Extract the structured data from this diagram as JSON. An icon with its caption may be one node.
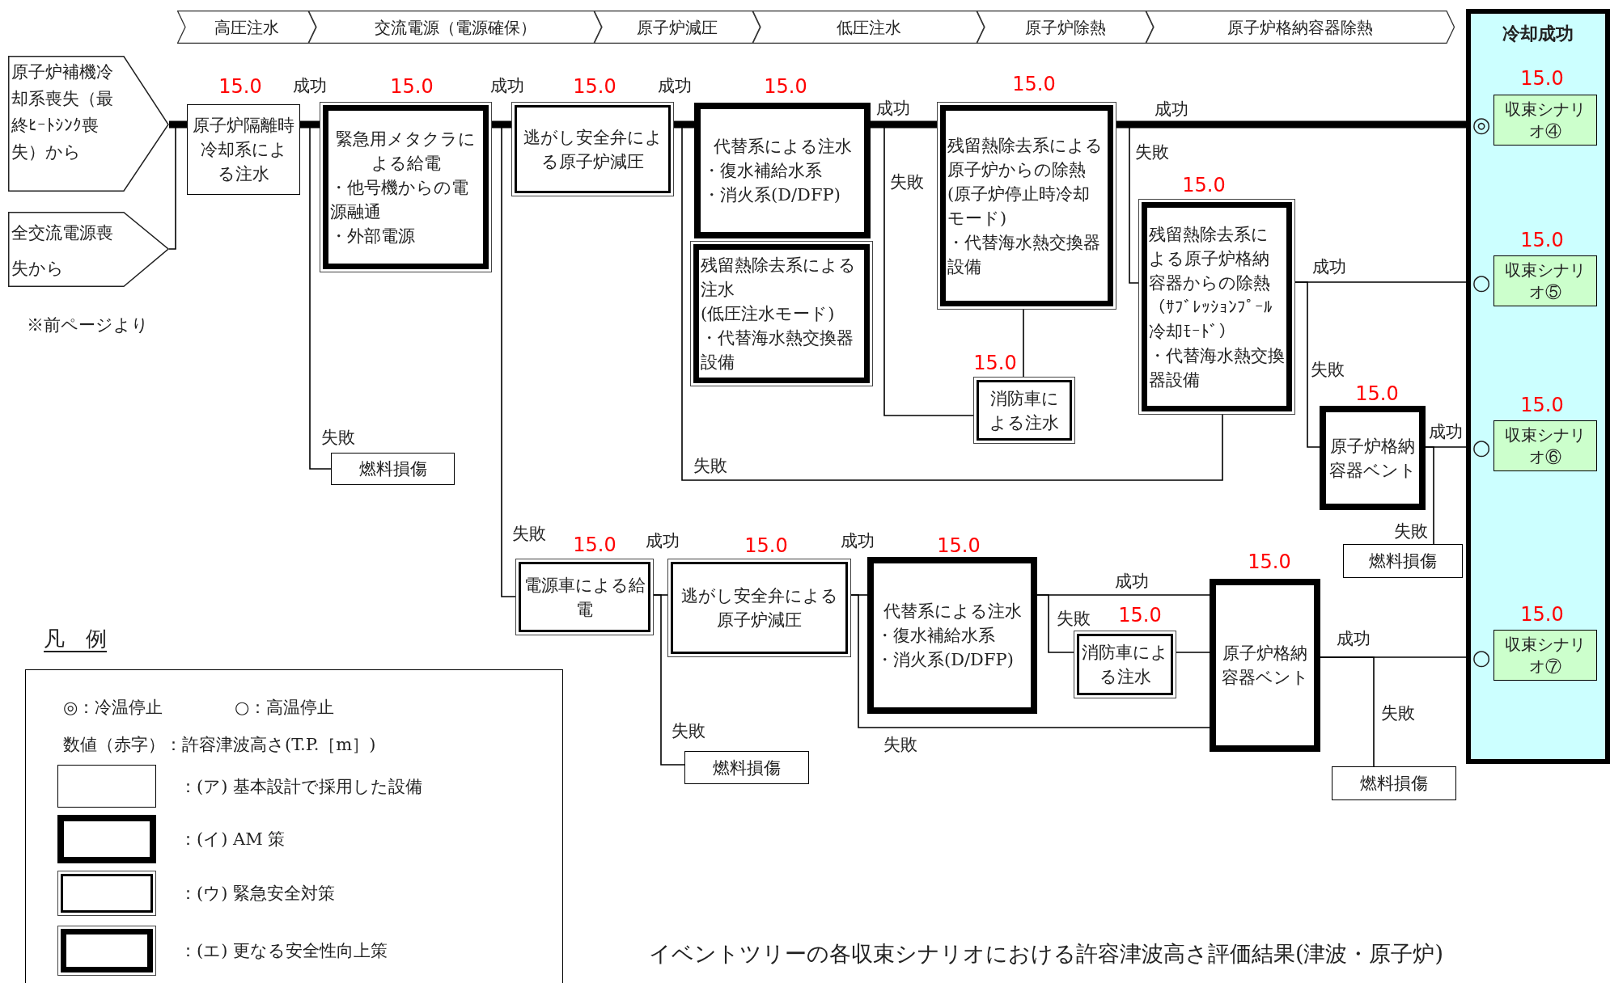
{
  "diagram": {
    "caption": "イベントツリーの各収束シナリオにおける許容津波高さ評価結果(津波・原子炉)",
    "nodes": [
      {
        "text": [
          "高圧注水"
        ]
      },
      {
        "text": [
          "交流電源（電源確保）"
        ]
      },
      {
        "text": [
          "原子炉減圧"
        ]
      },
      {
        "text": [
          "低圧注水"
        ]
      },
      {
        "text": [
          "原子炉除熱"
        ]
      },
      {
        "text": [
          "原子炉格納容器除熱"
        ]
      },
      {
        "text": [
          "冷却成功"
        ]
      },
      {
        "text": [
          "原子炉補機冷却系喪失（最終ﾋｰﾄｼﾝｸ喪失）から"
        ]
      },
      {
        "text": [
          "全交流電源喪失から"
        ]
      },
      {
        "text": [
          "原子炉隔離時冷却系による注水"
        ],
        "beside": [
          "15.0"
        ]
      },
      {
        "text": [
          "緊急用メタクラによる給電",
          "・他号機からの電源融通",
          "・外部電源"
        ],
        "beside": [
          "15.0"
        ]
      },
      {
        "text": [
          "逃がし安全弁による原子炉減圧"
        ],
        "beside": [
          "15.0"
        ]
      },
      {
        "text": [
          "代替系による注水",
          "・復水補給水系",
          "・消火系(D/DFP)"
        ],
        "beside": [
          "15.0"
        ]
      },
      {
        "text": [
          "残留熱除去系による注水",
          "(低圧注水モード)",
          "・代替海水熱交換器設備"
        ]
      },
      {
        "text": [
          "残留熱除去系による原子炉からの除熱",
          "(原子炉停止時冷却モード)",
          "・代替海水熱交換器設備"
        ],
        "beside": [
          "15.0"
        ]
      },
      {
        "text": [
          "消防車による注水"
        ],
        "beside": [
          "15.0"
        ]
      },
      {
        "text": [
          "残留熱除去系による原子炉格納容器からの除熱",
          "（ｻﾌﾞﾚｯｼｮﾝﾌﾟｰﾙ冷却ﾓｰﾄﾞ）",
          "・代替海水熱交換器設備"
        ],
        "beside": [
          "15.0"
        ]
      },
      {
        "text": [
          "原子炉格納容器ベント"
        ],
        "beside": [
          "15.0"
        ]
      },
      {
        "text": [
          "燃料損傷"
        ]
      },
      {
        "text": [
          "燃料損傷"
        ]
      },
      {
        "text": [
          "電源車による給電"
        ],
        "beside": [
          "15.0"
        ]
      },
      {
        "text": [
          "逃がし安全弁による原子炉減圧"
        ],
        "beside": [
          "15.0"
        ]
      },
      {
        "text": [
          "代替系による注水",
          "・復水補給水系",
          "・消火系(D/DFP)"
        ],
        "beside": [
          "15.0"
        ]
      },
      {
        "text": [
          "消防車による注水"
        ],
        "beside": [
          "15.0"
        ]
      },
      {
        "text": [
          "原子炉格納容器ベント"
        ],
        "beside": [
          "15.0"
        ]
      },
      {
        "text": [
          "燃料損傷"
        ]
      },
      {
        "text": [
          "燃料損傷"
        ]
      },
      {
        "text": [
          "◎"
        ],
        "in": 6
      },
      {
        "text": [
          "収束シナリオ④"
        ],
        "beside": [
          "15.0"
        ],
        "in": 6
      },
      {
        "text": [
          "○"
        ],
        "in": 6
      },
      {
        "text": [
          "収束シナリオ⑤"
        ],
        "beside": [
          "15.0"
        ],
        "in": 6
      },
      {
        "text": [
          "○"
        ],
        "in": 6
      },
      {
        "text": [
          "収束シナリオ⑥"
        ],
        "beside": [
          "15.0"
        ],
        "in": 6
      },
      {
        "text": [
          "○"
        ],
        "in": 6
      },
      {
        "text": [
          "収束シナリオ⑦"
        ],
        "beside": [
          "15.0"
        ],
        "in": 6
      }
    ],
    "edges": [
      {
        "from": 7,
        "to": 9,
        "arrow": "none",
        "style": "thick"
      },
      {
        "from": 8,
        "to": 9,
        "arrow": "none"
      },
      {
        "from": 9,
        "to": 10,
        "arrow": "none",
        "label": "成功",
        "style": "thick"
      },
      {
        "from": 9,
        "to": 18,
        "arrow": "none",
        "label": "失敗"
      },
      {
        "from": 10,
        "to": 11,
        "arrow": "none",
        "label": "成功",
        "style": "thick"
      },
      {
        "from": 10,
        "to": 20,
        "arrow": "none",
        "label": "失敗"
      },
      {
        "from": 11,
        "to": 12,
        "arrow": "none",
        "label": "成功",
        "style": "thick"
      },
      {
        "from": 11,
        "to": 16,
        "arrow": "none",
        "label": "失敗"
      },
      {
        "from": 12,
        "to": 14,
        "arrow": "none",
        "label": "成功",
        "style": "thick"
      },
      {
        "from": 12,
        "to": 15,
        "arrow": "none",
        "label": "失敗"
      },
      {
        "from": 15,
        "to": 14,
        "arrow": "none"
      },
      {
        "from": 14,
        "to": 27,
        "arrow": "none",
        "label": "成功",
        "style": "thick"
      },
      {
        "from": 14,
        "to": 16,
        "arrow": "none",
        "label": "失敗"
      },
      {
        "from": 16,
        "to": 29,
        "arrow": "none",
        "label": "成功"
      },
      {
        "from": 16,
        "to": 17,
        "arrow": "none",
        "label": "失敗"
      },
      {
        "from": 17,
        "to": 31,
        "arrow": "none",
        "label": "成功"
      },
      {
        "from": 17,
        "to": 19,
        "arrow": "none",
        "label": "失敗"
      },
      {
        "from": 20,
        "to": 21,
        "arrow": "none",
        "label": "成功"
      },
      {
        "from": 20,
        "to": 25,
        "arrow": "none",
        "label": "失敗"
      },
      {
        "from": 21,
        "to": 22,
        "arrow": "none",
        "label": "成功"
      },
      {
        "from": 21,
        "to": 24,
        "arrow": "none",
        "label": "失敗"
      },
      {
        "from": 22,
        "to": 24,
        "arrow": "none",
        "label": "成功"
      },
      {
        "from": 22,
        "to": 23,
        "arrow": "none",
        "label": "失敗"
      },
      {
        "from": 23,
        "to": 24,
        "arrow": "none"
      },
      {
        "from": 24,
        "to": 33,
        "arrow": "none",
        "label": "成功"
      },
      {
        "from": 24,
        "to": 26,
        "arrow": "none",
        "label": "失敗"
      }
    ],
    "labels": [
      "※前ページより",
      "凡　例"
    ],
    "legend": [
      {
        "text": "◎：冷温停止"
      },
      {
        "text": "○：高温停止"
      },
      {
        "text": "数値（赤字）：許容津波高さ(T.P.［m］)"
      },
      {
        "text": "：(ア) 基本設計で採用した設備"
      },
      {
        "text": "：(イ) AM 策"
      },
      {
        "text": "：(ウ) 緊急安全対策"
      },
      {
        "text": "：(エ) 更なる安全性向上策"
      }
    ]
  }
}
